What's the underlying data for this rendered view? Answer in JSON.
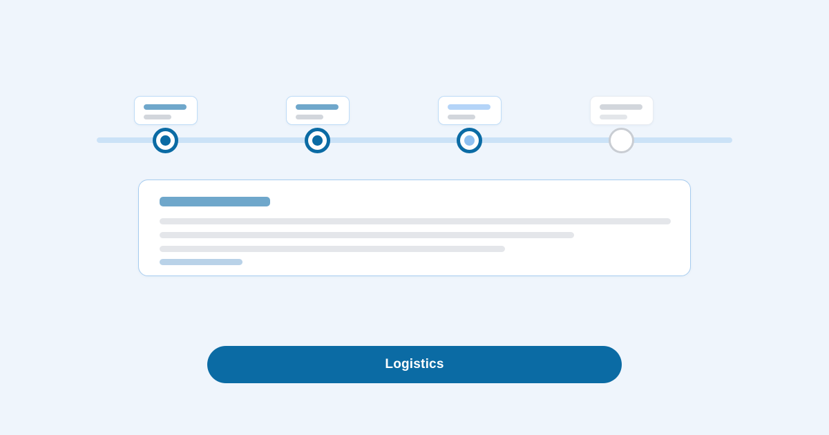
{
  "page": {
    "background_color": "#EFF5FC"
  },
  "timeline": {
    "track_color": "#CBE2F7",
    "steps": [
      {
        "id": "step-1",
        "state": "completed",
        "ring_color": "#0B6BA4",
        "dot_color": "#0B6BA4",
        "label_bar_color": "#6FA7CB",
        "sub_bar_color": "#D2D6DC",
        "card_border_color": "#BFDCF7"
      },
      {
        "id": "step-2",
        "state": "completed",
        "ring_color": "#0B6BA4",
        "dot_color": "#0B6BA4",
        "label_bar_color": "#6FA7CB",
        "sub_bar_color": "#D2D6DC",
        "card_border_color": "#BFDCF7"
      },
      {
        "id": "step-3",
        "state": "current",
        "ring_color": "#0B6BA4",
        "dot_color": "#8FC0F0",
        "label_bar_color": "#B4D4F8",
        "sub_bar_color": "#D2D6DC",
        "card_border_color": "#BFDCF7"
      },
      {
        "id": "step-4",
        "state": "upcoming",
        "ring_color": "#C9CDD3",
        "dot_color": "none",
        "label_bar_color": "#D2D6DC",
        "sub_bar_color": "#E3E6EA",
        "card_border_color": "#E7EBF1"
      }
    ]
  },
  "content_card": {
    "border_color": "#A6CBEF",
    "title_bar_color": "#6FA7CB",
    "body_bar_color": "#E4E6EA",
    "footer_bar_color": "#B9D2E8"
  },
  "action": {
    "label": "Logistics",
    "background_color": "#0B6BA4",
    "text_color": "#FFFFFF"
  }
}
